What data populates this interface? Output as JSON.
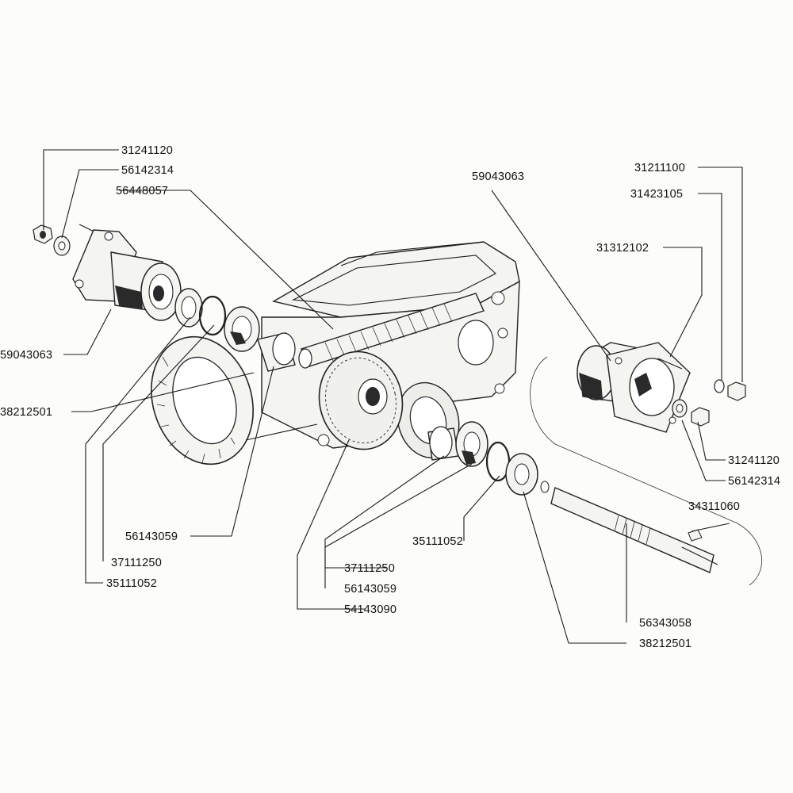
{
  "diagram": {
    "callouts": [
      {
        "id": "c1",
        "text": "31241120"
      },
      {
        "id": "c2",
        "text": "56142314"
      },
      {
        "id": "c3",
        "text": "56448057"
      },
      {
        "id": "c4",
        "text": "59043063"
      },
      {
        "id": "c5",
        "text": "38212501"
      },
      {
        "id": "c6",
        "text": "56143059"
      },
      {
        "id": "c7",
        "text": "37111250"
      },
      {
        "id": "c8",
        "text": "35111052"
      },
      {
        "id": "c9",
        "text": "59043063"
      },
      {
        "id": "c10",
        "text": "31211100"
      },
      {
        "id": "c11",
        "text": "31423105"
      },
      {
        "id": "c12",
        "text": "31312102"
      },
      {
        "id": "c13",
        "text": "31241120"
      },
      {
        "id": "c14",
        "text": "56142314"
      },
      {
        "id": "c15",
        "text": "34311060"
      },
      {
        "id": "c16",
        "text": "35111052"
      },
      {
        "id": "c17",
        "text": "37111250"
      },
      {
        "id": "c18",
        "text": "56143059"
      },
      {
        "id": "c19",
        "text": "54143090"
      },
      {
        "id": "c20",
        "text": "56343058"
      },
      {
        "id": "c21",
        "text": "38212501"
      }
    ]
  }
}
